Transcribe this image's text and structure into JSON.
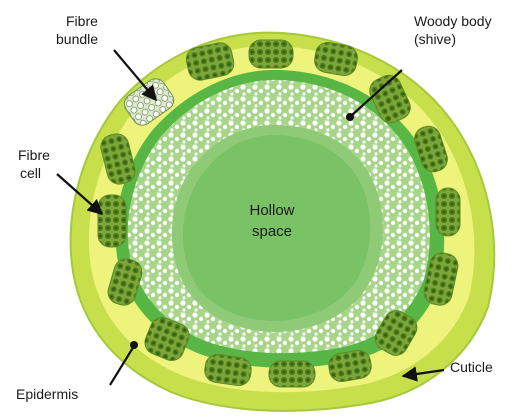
{
  "labels": {
    "fibre_bundle": [
      "Fibre",
      "bundle"
    ],
    "woody_body": [
      "Woody body",
      "(shive)"
    ],
    "fibre_cell": [
      "Fibre",
      "cell"
    ],
    "hollow_space": [
      "Hollow",
      "space"
    ],
    "cuticle": "Cuticle",
    "epidermis": "Epidermis"
  },
  "colors": {
    "outer_epidermis": "#c8df4a",
    "cortex_fill": "#eef27a",
    "fibre_bundle": "#6f9a2a",
    "fibre_cell": "#4e7f1a",
    "woody_ring": "#a8d58a",
    "woody_pores": "#ffffff",
    "hollow": "#7cc46a",
    "border_green": "#5ab548"
  },
  "icons": {
    "pointer": "arrow-line-icon"
  }
}
